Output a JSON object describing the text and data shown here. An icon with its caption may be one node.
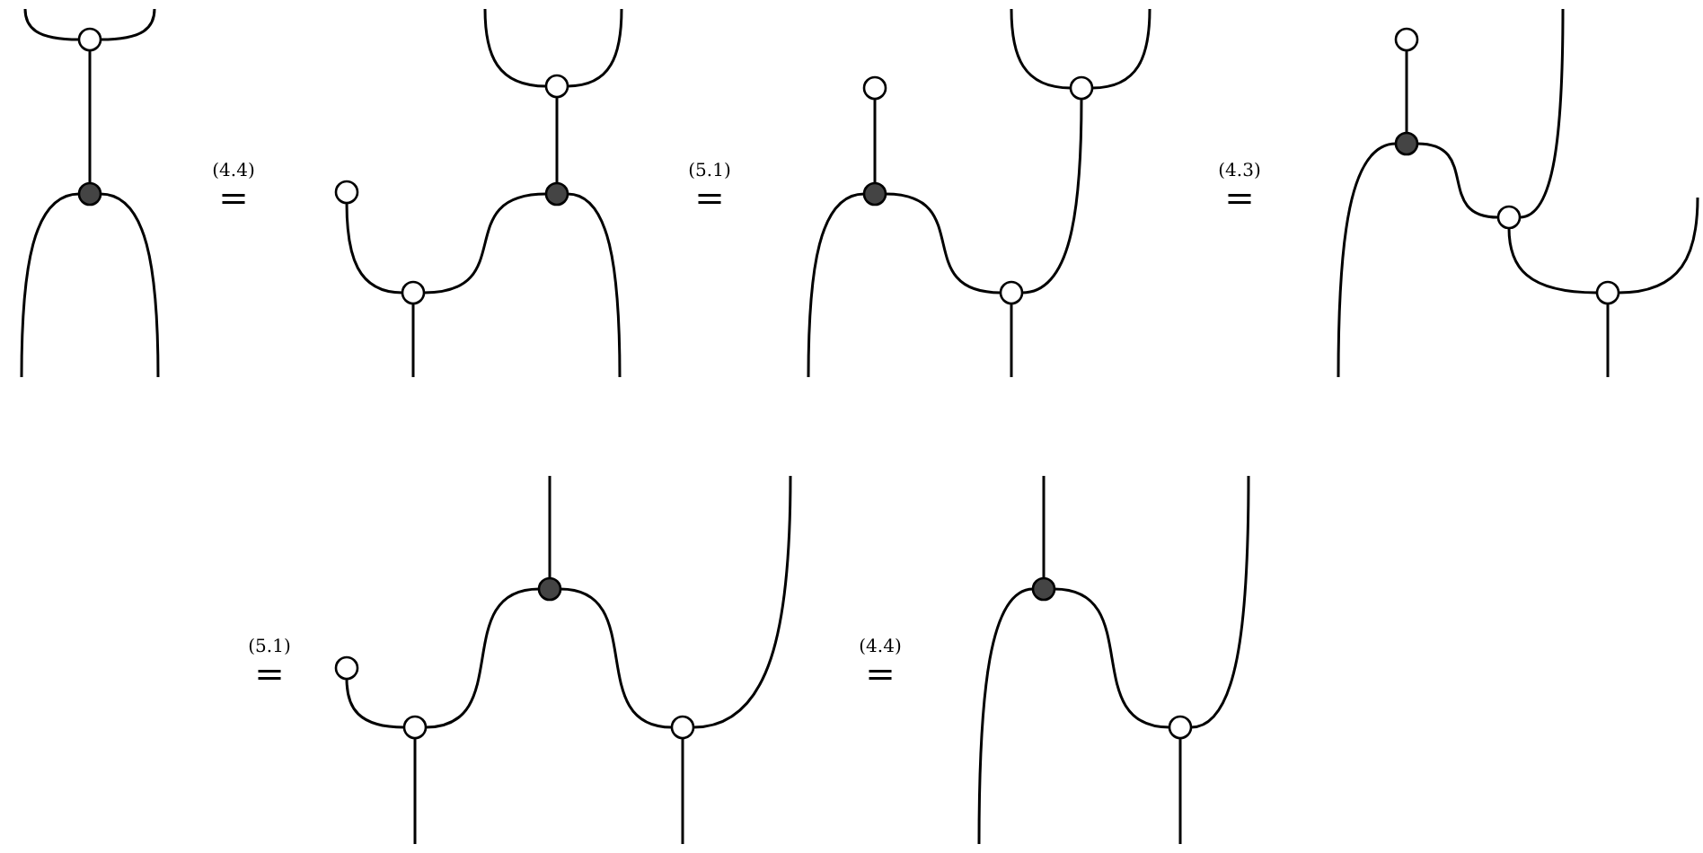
{
  "diagram": {
    "nodes": [
      {
        "text": [],
        "shape": "circle"
      },
      {
        "text": [],
        "shape": "circle"
      },
      {
        "text": [],
        "shape": "circle"
      },
      {
        "text": [],
        "shape": "circle"
      },
      {
        "text": [],
        "shape": "circle"
      },
      {
        "text": [],
        "shape": "circle"
      },
      {
        "text": [],
        "shape": "circle"
      },
      {
        "text": [],
        "shape": "circle"
      },
      {
        "text": [],
        "shape": "circle"
      },
      {
        "text": [],
        "shape": "circle"
      },
      {
        "text": [],
        "shape": "circle"
      },
      {
        "text": [],
        "shape": "circle"
      },
      {
        "text": [],
        "shape": "circle"
      },
      {
        "text": [],
        "shape": "circle"
      },
      {
        "text": [],
        "shape": "circle"
      },
      {
        "text": [],
        "shape": "circle"
      },
      {
        "text": [],
        "shape": "circle"
      },
      {
        "text": [],
        "shape": "circle"
      },
      {
        "text": [],
        "shape": "circle"
      },
      {
        "text": [],
        "shape": "circle"
      }
    ],
    "edges": [
      {
        "from": null,
        "to": 0,
        "arrow": "none"
      },
      {
        "from": null,
        "to": 0,
        "arrow": "none"
      },
      {
        "from": 0,
        "to": 1,
        "arrow": "none"
      },
      {
        "from": 1,
        "to": null,
        "arrow": "none"
      },
      {
        "from": 1,
        "to": null,
        "arrow": "none"
      },
      {
        "from": null,
        "to": 2,
        "arrow": "none"
      },
      {
        "from": null,
        "to": 2,
        "arrow": "none"
      },
      {
        "from": 2,
        "to": 3,
        "arrow": "none"
      },
      {
        "from": 3,
        "to": null,
        "arrow": "none"
      },
      {
        "from": 3,
        "to": 5,
        "arrow": "none"
      },
      {
        "from": 4,
        "to": 5,
        "arrow": "none"
      },
      {
        "from": 5,
        "to": null,
        "arrow": "none"
      },
      {
        "from": 6,
        "to": 7,
        "arrow": "none"
      },
      {
        "from": 7,
        "to": null,
        "arrow": "none"
      },
      {
        "from": 7,
        "to": 9,
        "arrow": "none"
      },
      {
        "from": null,
        "to": 8,
        "arrow": "none"
      },
      {
        "from": null,
        "to": 8,
        "arrow": "none"
      },
      {
        "from": 8,
        "to": 9,
        "arrow": "none"
      },
      {
        "from": 9,
        "to": null,
        "arrow": "none"
      },
      {
        "from": 10,
        "to": 11,
        "arrow": "none"
      },
      {
        "from": 11,
        "to": null,
        "arrow": "none"
      },
      {
        "from": 11,
        "to": 12,
        "arrow": "none"
      },
      {
        "from": 12,
        "to": null,
        "arrow": "none"
      },
      {
        "from": 12,
        "to": 13,
        "arrow": "none"
      },
      {
        "from": 13,
        "to": null,
        "arrow": "none"
      },
      {
        "from": 13,
        "to": null,
        "arrow": "none"
      },
      {
        "from": null,
        "to": 15,
        "arrow": "none"
      },
      {
        "from": 15,
        "to": 16,
        "arrow": "none"
      },
      {
        "from": 15,
        "to": 17,
        "arrow": "none"
      },
      {
        "from": 14,
        "to": 16,
        "arrow": "none"
      },
      {
        "from": 16,
        "to": null,
        "arrow": "none"
      },
      {
        "from": 17,
        "to": null,
        "arrow": "none"
      },
      {
        "from": 17,
        "to": null,
        "arrow": "none"
      },
      {
        "from": null,
        "to": 18,
        "arrow": "none"
      },
      {
        "from": 18,
        "to": null,
        "arrow": "none"
      },
      {
        "from": 18,
        "to": 19,
        "arrow": "none"
      },
      {
        "from": 19,
        "to": null,
        "arrow": "none"
      },
      {
        "from": 19,
        "to": null,
        "arrow": "none"
      }
    ],
    "labels": [
      "(4.4)",
      "=",
      "(5.1)",
      "=",
      "(4.3)",
      "=",
      "(5.1)",
      "=",
      "(4.4)",
      "="
    ]
  }
}
